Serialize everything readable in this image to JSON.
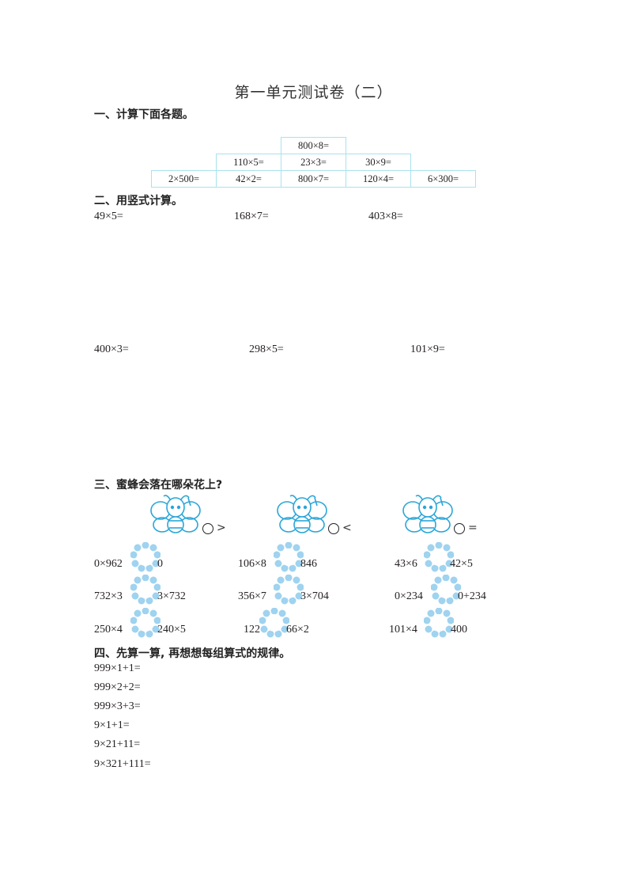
{
  "document": {
    "title": "第一单元测试卷（二）"
  },
  "section1": {
    "heading": "一、计算下面各题。",
    "pyramid": {
      "row1": [
        "800×8="
      ],
      "row2": [
        "110×5=",
        "23×3=",
        "30×9="
      ],
      "row3": [
        "2×500=",
        "42×2=",
        "800×7=",
        "120×4=",
        "6×300="
      ]
    },
    "border_color": "#a9e2ee"
  },
  "section2": {
    "heading": "二、用竖式计算。",
    "row1": [
      "49×5=",
      "168×7=",
      "403×8="
    ],
    "row2": [
      "400×3=",
      "298×5=",
      "101×9="
    ]
  },
  "section3": {
    "heading": "三、蜜蜂会落在哪朵花上?",
    "bees": [
      {
        "icon": "bee-icon",
        "symbol": ">"
      },
      {
        "icon": "bee-icon",
        "symbol": "<"
      },
      {
        "icon": "bee-icon",
        "symbol": "="
      }
    ],
    "rows": [
      [
        {
          "left": "0×962",
          "right": "0"
        },
        {
          "left": "106×8",
          "right": "846"
        },
        {
          "left": "43×6",
          "right": "42×5"
        }
      ],
      [
        {
          "left": "732×3",
          "right": "3×732"
        },
        {
          "left": "356×7",
          "right": "3×704"
        },
        {
          "left": "0×234",
          "right": "0+234"
        }
      ],
      [
        {
          "left": "250×4",
          "right": "240×5"
        },
        {
          "left": "122",
          "right": "66×2"
        },
        {
          "left": "101×4",
          "right": "400"
        }
      ]
    ],
    "bee_color": "#2aa6d8",
    "flower_color": "#9fd3ef"
  },
  "section4": {
    "heading": "四、先算一算, 再想想每组算式的规律。",
    "items": [
      "999×1+1=",
      "999×2+2=",
      "999×3+3=",
      "9×1+1=",
      "9×21+11=",
      "9×321+111="
    ]
  }
}
